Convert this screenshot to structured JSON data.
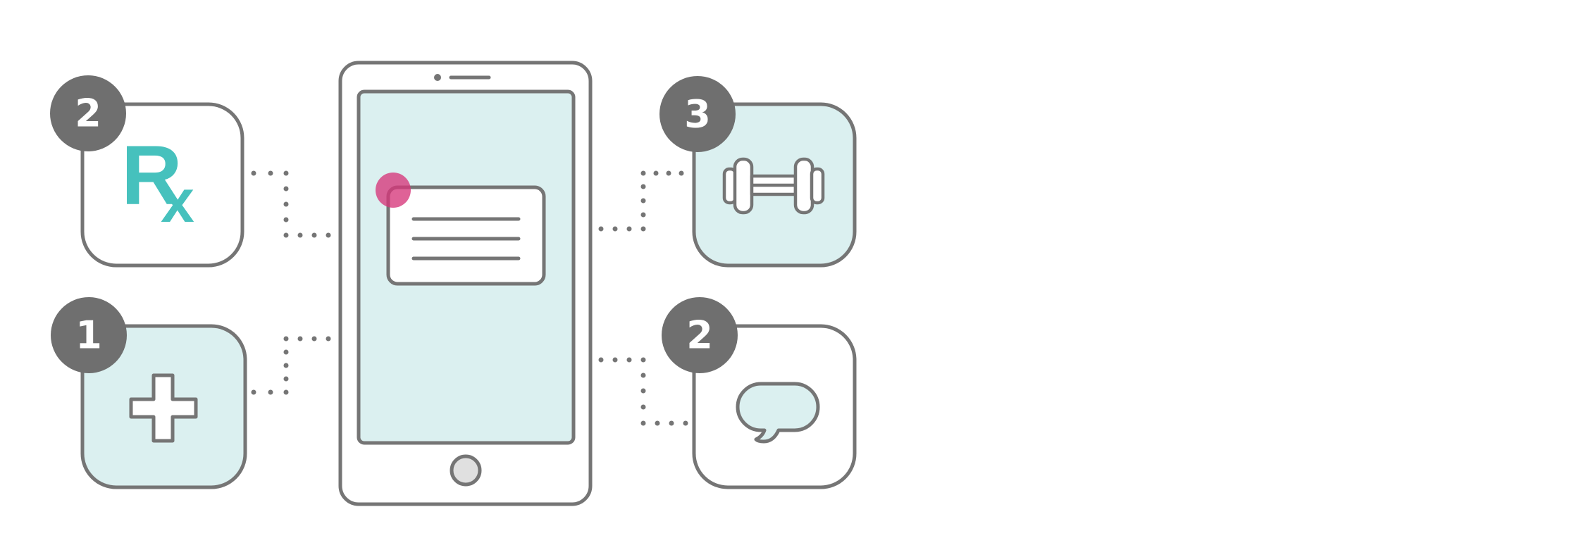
{
  "colors": {
    "stroke": "#757575",
    "badge_fill": "#6f6f6f",
    "tile_tinted": "#dbf0f0",
    "tile_white": "#ffffff",
    "screen": "#dbf0f0",
    "accent_teal": "#46c1bd",
    "notification_dot": "#d6367a",
    "home_button_fill": "#e0e0e0"
  },
  "tiles": {
    "prescription": {
      "badge": "2",
      "rx_r": "R",
      "rx_x": "x",
      "icon": "rx-symbol"
    },
    "medical": {
      "badge": "1",
      "icon": "medical-cross-icon"
    },
    "fitness": {
      "badge": "3",
      "icon": "dumbbell-icon"
    },
    "messaging": {
      "badge": "2",
      "icon": "speech-bubble-icon"
    }
  },
  "phone": {
    "screen_card_icon": "text-card-icon",
    "notification_icon": "notification-dot-icon",
    "home_button_icon": "home-button-icon"
  }
}
